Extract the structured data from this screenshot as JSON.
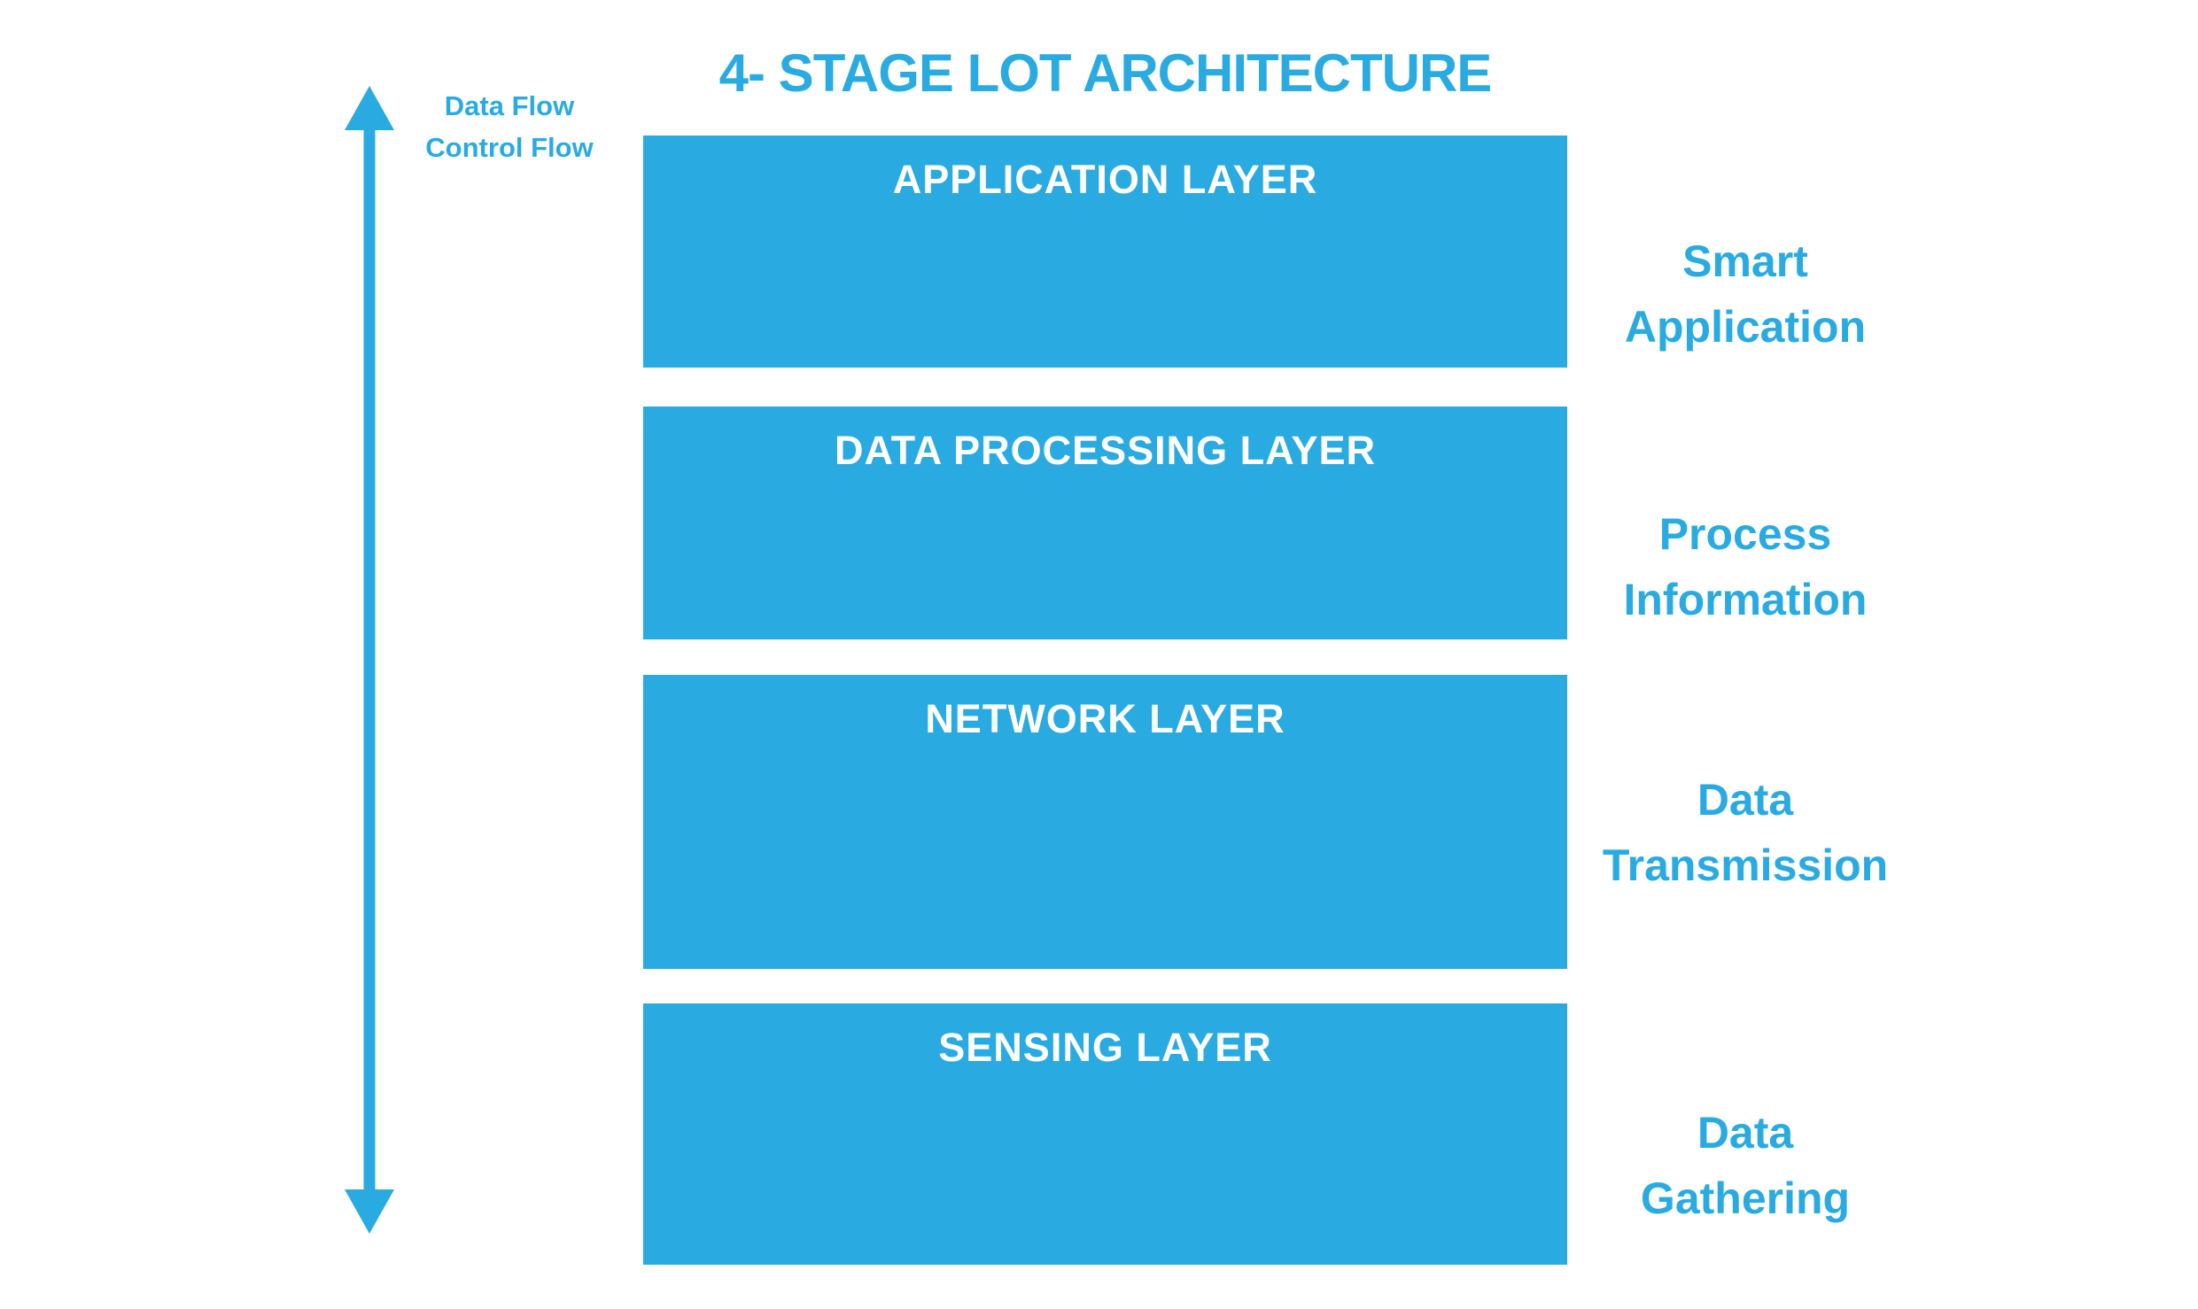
{
  "title": "4- STAGE LOT ARCHITECTURE",
  "flow_legend": {
    "data_flow": "Data Flow",
    "control_flow": "Control Flow"
  },
  "layers": [
    {
      "name": "APPLICATION LAYER",
      "stage": "Smart\nApplication"
    },
    {
      "name": "DATA PROCESSING LAYER",
      "stage": "Process\nInformation"
    },
    {
      "name": "NETWORK LAYER",
      "stage": "Data\nTransmission"
    },
    {
      "name": "SENSING LAYER",
      "stage": "Data\nGathering"
    }
  ],
  "icons": {
    "flow_arrow": "bidirectional-vertical-arrow"
  },
  "colors": {
    "accent": "#29ABE2",
    "layer_text": "#FFFFFF",
    "background": "#FFFFFF"
  }
}
